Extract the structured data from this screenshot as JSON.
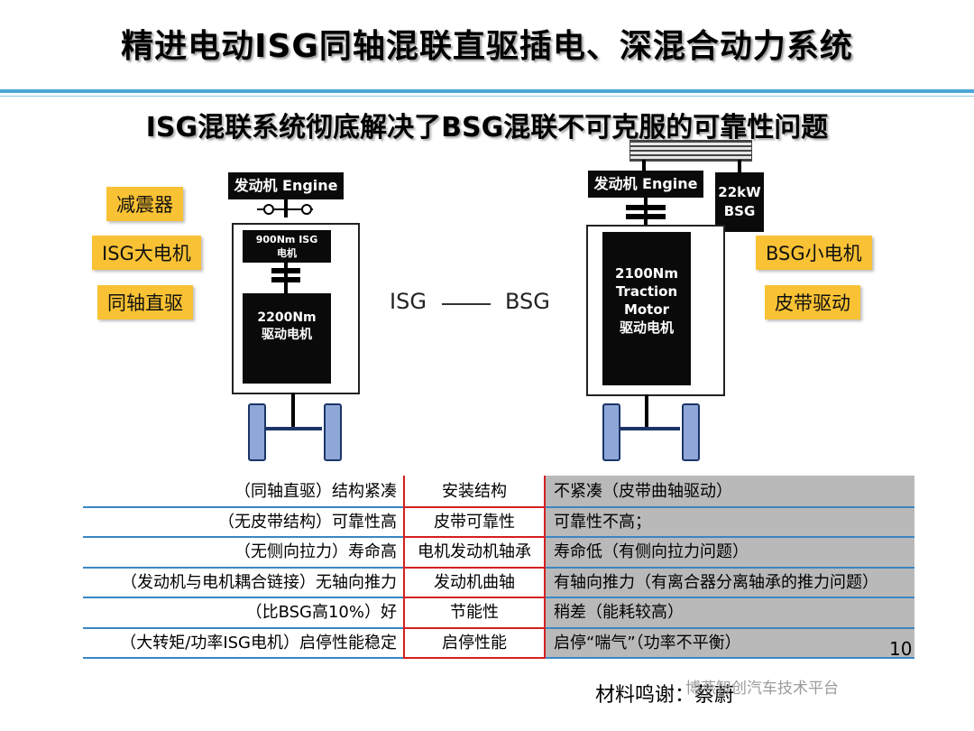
{
  "title": "精进电动ISG同轴混联直驱插电、深混合动力系统",
  "subtitle": "ISG混联系统彻底解决了BSG混联不可克服的可靠性问题",
  "left_tags": [
    "减震器",
    "ISG大电机",
    "同轴直驱"
  ],
  "right_tags": [
    "BSG小电机",
    "皮带驱动"
  ],
  "isg_diagram": {
    "engine": "发动机 Engine",
    "isg_motor_line1": "900Nm ISG",
    "isg_motor_line2": "电机",
    "drive_motor_line1": "2200Nm",
    "drive_motor_line2": "驱动电机"
  },
  "bsg_diagram": {
    "engine": "发动机 Engine",
    "bsg_line1": "22kW",
    "bsg_line2": "BSG",
    "motor_line1": "2100Nm",
    "motor_line2": "Traction",
    "motor_line3": "Motor",
    "motor_line4": "驱动电机"
  },
  "middle_label": {
    "left": "ISG",
    "right": "BSG"
  },
  "comparison_table": {
    "rows": [
      {
        "isg": "（同轴直驱）结构紧凑",
        "item": "安装结构",
        "bsg": "不紧凑（皮带曲轴驱动）"
      },
      {
        "isg": "（无皮带结构）可靠性高",
        "item": "皮带可靠性",
        "bsg": "可靠性不高；"
      },
      {
        "isg": "（无侧向拉力）寿命高",
        "item": "电机发动机轴承",
        "bsg": "寿命低（有侧向拉力问题）"
      },
      {
        "isg": "（发动机与电机耦合链接）无轴向推力",
        "item": "发动机曲轴",
        "bsg": "有轴向推力（有离合器分离轴承的推力问题）"
      },
      {
        "isg": "（比BSG高10%）好",
        "item": "节能性",
        "bsg": "稍差（能耗较高）"
      },
      {
        "isg": "（大转矩/功率ISG电机）启停性能稳定",
        "item": "启停性能",
        "bsg": "启停“喘气”（功率不平衡）"
      }
    ]
  },
  "page_number": "10",
  "footer": "材料鸣谢：蔡蔚",
  "watermark": "博燕智创汽车技术平台",
  "colors": {
    "accent_blue": "#4aa6d6",
    "tag_yellow": "#f9c234",
    "table_red": "#d42020",
    "table_gray": "#b9b9b9",
    "wheel_blue": "#8fa7d8"
  }
}
